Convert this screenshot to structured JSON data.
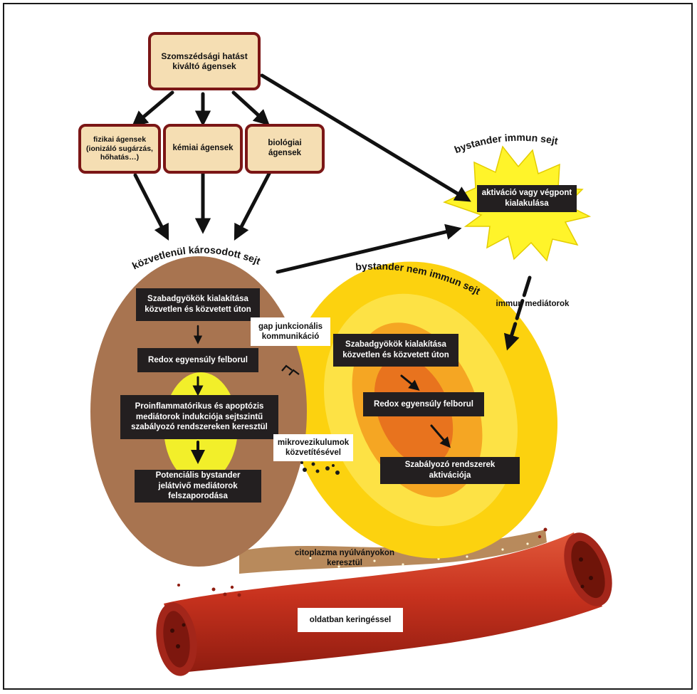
{
  "agents": {
    "top": "Szomszédsági hatást kiváltó ágensek",
    "physical": "fizikai ágensek (ionizáló sugárzás, hőhatás…)",
    "chemical": "kémiai ágensek",
    "biological": "biológiai ágensek"
  },
  "cells": {
    "direct": "közvetlenül károsodott sejt",
    "immune": "bystander immun sejt",
    "non_immune": "bystander nem immun sejt"
  },
  "immune_cell": {
    "activation": "aktiváció vagy végpont kialakulása",
    "mediators": "immun mediátorok"
  },
  "direct_cell_steps": {
    "step1": "Szabadgyökök kialakítása közvetlen és közvetett úton",
    "step2": "Redox egyensúly felborul",
    "step3": "Proinflammatórikus és apoptózis mediátorok indukciója sejtszintű szabályozó rendszereken keresztül",
    "step4": "Potenciális bystander jelátvivő mediátorok felszaporodása"
  },
  "non_immune_steps": {
    "step1": "Szabadgyökök kialakítása közvetlen és közvetett úton",
    "step2": "Redox egyensúly felborul",
    "step3": "Szabályozó rendszerek aktivációja"
  },
  "routes": {
    "gap_junction": "gap junkcionális kommunikáció",
    "microvesicles": "mikrovezikulumok közvetítésével",
    "cytoplasm": "citoplazma nyúlványokon keresztül",
    "circulation": "oldatban keringéssel"
  },
  "colors": {
    "agent_fill": "#f5deb3",
    "agent_border": "#7b1616",
    "direct_cell": "#a87450",
    "non_immune_outer": "#fcd20f",
    "non_immune_middle": "#f5a623",
    "non_immune_inner": "#e8731e",
    "immune_star": "#fff42a",
    "vessel": "#c8321e",
    "label_bg": "#231f20"
  }
}
